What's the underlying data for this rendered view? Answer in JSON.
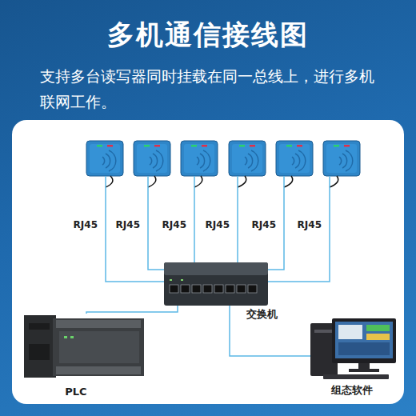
{
  "diagram": {
    "title": "多机通信接线图",
    "caption": "支持多台读写器同时挂载在同一总线上，进行多机联网工作。",
    "nodes": [
      {
        "text": []
      },
      {
        "text": []
      },
      {
        "text": []
      },
      {
        "text": []
      },
      {
        "text": []
      },
      {
        "text": []
      },
      {
        "text": [
          "交换机"
        ]
      },
      {
        "text": [
          "PLC"
        ]
      },
      {
        "text": [
          "组态软件"
        ]
      }
    ],
    "edges": [
      {
        "from": 0,
        "to": 6,
        "arrow": "none",
        "label": "RJ45"
      },
      {
        "from": 1,
        "to": 6,
        "arrow": "none",
        "label": "RJ45"
      },
      {
        "from": 2,
        "to": 6,
        "arrow": "none",
        "label": "RJ45"
      },
      {
        "from": 3,
        "to": 6,
        "arrow": "none",
        "label": "RJ45"
      },
      {
        "from": 4,
        "to": 6,
        "arrow": "none",
        "label": "RJ45"
      },
      {
        "from": 5,
        "to": 6,
        "arrow": "none",
        "label": "RJ45"
      },
      {
        "from": 6,
        "to": 7,
        "arrow": "none"
      },
      {
        "from": 6,
        "to": 8,
        "arrow": "none"
      }
    ]
  }
}
